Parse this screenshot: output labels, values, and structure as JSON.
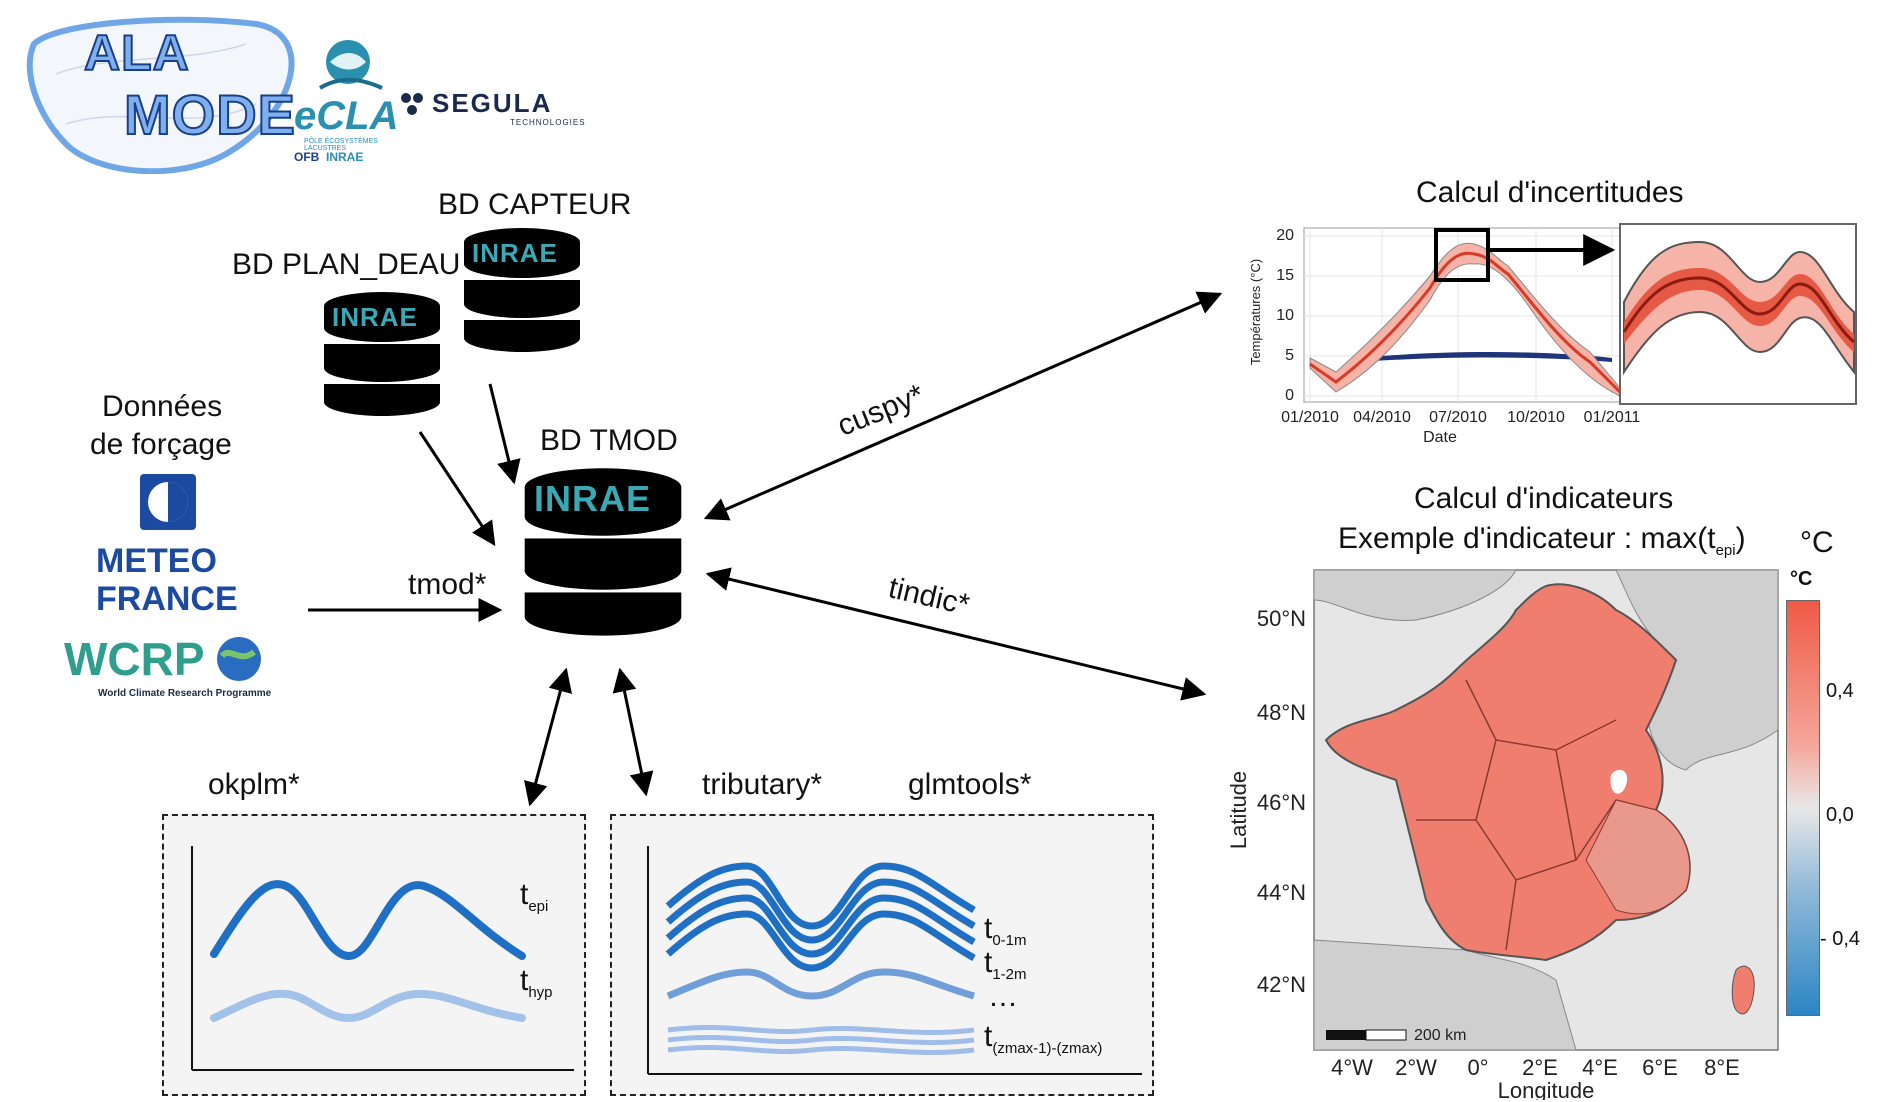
{
  "logos": {
    "alamode_line1": "ALA",
    "alamode_line2": "MODE",
    "ecla": "eCLA",
    "ecla_sub": "PÔLE ÉCOSYSTÈMES LACUSTRES",
    "ofb": "OFB",
    "inrae_small": "INRAE",
    "segula": "SEGULA",
    "segula_sub": "TECHNOLOGIES",
    "meteo_line1": "METEO",
    "meteo_line2": "FRANCE",
    "wcrp": "WCRP",
    "wcrp_sub": "World Climate Research Programme"
  },
  "databases": {
    "capteur_label": "BD CAPTEUR",
    "plan_deau_label": "BD PLAN_DEAU",
    "tmod_label": "BD TMOD",
    "brand": "INRAE"
  },
  "forcing": {
    "line1": "Données",
    "line2": "de forçage"
  },
  "edges": {
    "tmod": "tmod*",
    "cuspy": "cuspy*",
    "tindic": "tindic*",
    "okplm": "okplm*",
    "tributary": "tributary*",
    "glmtools": "glmtools*"
  },
  "panel_left": {
    "t_epi": "t",
    "t_epi_sub": "epi",
    "t_hyp": "t",
    "t_hyp_sub": "hyp"
  },
  "panel_right": {
    "t0": "t",
    "t0_sub": "0-1m",
    "t1": "t",
    "t1_sub": "1-2m",
    "dots": "…",
    "tz": "t",
    "tz_sub": "(zmax-1)-(zmax)"
  },
  "uncertainty": {
    "title": "Calcul d'incertitudes",
    "ylabel": "Températures (°C)",
    "xlabel": "Date",
    "yticks": [
      "0",
      "5",
      "10",
      "15",
      "20"
    ],
    "xticks": [
      "01/2010",
      "04/2010",
      "07/2010",
      "10/2010",
      "01/2011"
    ]
  },
  "indicators": {
    "title1": "Calcul d'indicateurs",
    "title2": "Exemple d'indicateur : max(t",
    "title2_sub": "epi",
    "title2_end": ")",
    "unit_top": "°C",
    "legend_title": "°C",
    "legend_ticks": [
      "0,4",
      "0,0",
      "- 0,4"
    ],
    "lat_ticks": [
      "50°N",
      "48°N",
      "46°N",
      "44°N",
      "42°N"
    ],
    "lon_ticks": [
      "4°W",
      "2°W",
      "0°",
      "2°E",
      "4°E",
      "6°E",
      "8°E"
    ],
    "xlabel": "Longitude",
    "ylabel": "Latitude",
    "scale": "200 km"
  },
  "colors": {
    "map_fill": "#f07e6e",
    "uncert_red": "#d73a27",
    "line_blue": "#1f6fc5",
    "line_light": "#8fb3e3",
    "teal": "#3aa9b5"
  }
}
